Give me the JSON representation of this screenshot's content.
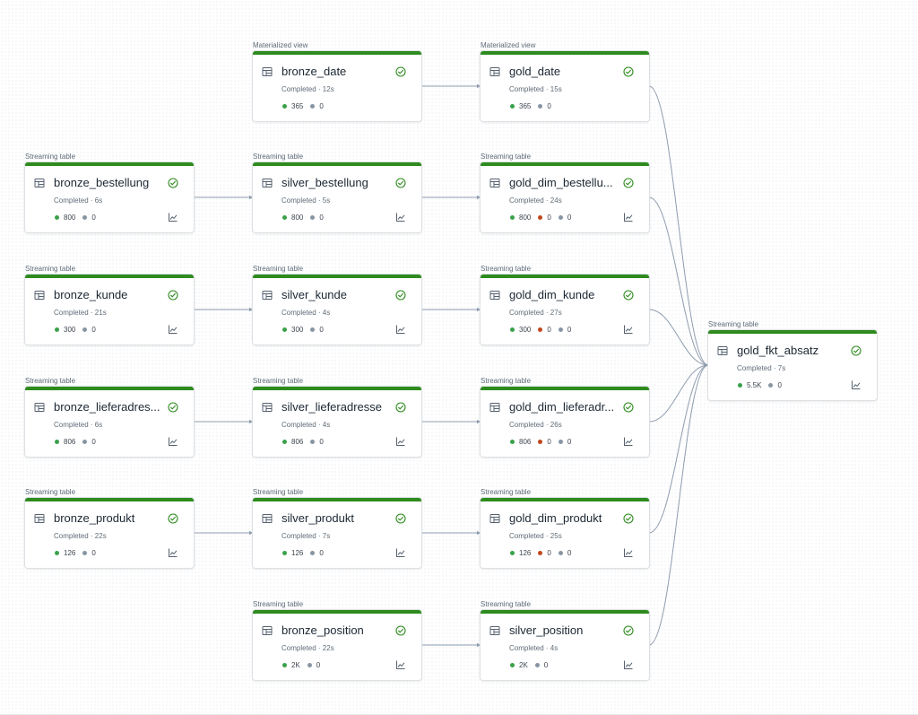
{
  "colors": {
    "accent": "#2e8b1e",
    "check": "#2e8b1e",
    "metric_ok": "#3aa14a",
    "metric_warn": "#c2471c",
    "metric_neutral": "#8795a3",
    "edge": "#8e9cad"
  },
  "icons": {
    "table": "table-icon",
    "status": "check-circle-icon",
    "metrics": "line-chart-icon"
  },
  "nodes": [
    {
      "id": "bronze_date",
      "type_label": "Materialized view",
      "name": "bronze_date",
      "status": "Completed · 12s",
      "metrics": [
        {
          "value": "365",
          "color": "green"
        },
        {
          "value": "0",
          "color": "gray"
        }
      ],
      "chart": false
    },
    {
      "id": "gold_date",
      "type_label": "Materialized view",
      "name": "gold_date",
      "status": "Completed · 15s",
      "metrics": [
        {
          "value": "365",
          "color": "green"
        },
        {
          "value": "0",
          "color": "gray"
        }
      ],
      "chart": false
    },
    {
      "id": "bronze_bestellung",
      "type_label": "Streaming table",
      "name": "bronze_bestellung",
      "status": "Completed · 6s",
      "metrics": [
        {
          "value": "800",
          "color": "green"
        },
        {
          "value": "0",
          "color": "gray"
        }
      ],
      "chart": true
    },
    {
      "id": "silver_bestellung",
      "type_label": "Streaming table",
      "name": "silver_bestellung",
      "status": "Completed · 5s",
      "metrics": [
        {
          "value": "800",
          "color": "green"
        },
        {
          "value": "0",
          "color": "gray"
        }
      ],
      "chart": true
    },
    {
      "id": "gold_dim_bestellung",
      "type_label": "Streaming table",
      "name": "gold_dim_bestellu...",
      "status": "Completed · 24s",
      "metrics": [
        {
          "value": "800",
          "color": "green"
        },
        {
          "value": "0",
          "color": "red"
        },
        {
          "value": "0",
          "color": "gray"
        }
      ],
      "chart": true
    },
    {
      "id": "bronze_kunde",
      "type_label": "Streaming table",
      "name": "bronze_kunde",
      "status": "Completed · 21s",
      "metrics": [
        {
          "value": "300",
          "color": "green"
        },
        {
          "value": "0",
          "color": "gray"
        }
      ],
      "chart": true
    },
    {
      "id": "silver_kunde",
      "type_label": "Streaming table",
      "name": "silver_kunde",
      "status": "Completed · 4s",
      "metrics": [
        {
          "value": "300",
          "color": "green"
        },
        {
          "value": "0",
          "color": "gray"
        }
      ],
      "chart": true
    },
    {
      "id": "gold_dim_kunde",
      "type_label": "Streaming table",
      "name": "gold_dim_kunde",
      "status": "Completed · 27s",
      "metrics": [
        {
          "value": "300",
          "color": "green"
        },
        {
          "value": "0",
          "color": "red"
        },
        {
          "value": "0",
          "color": "gray"
        }
      ],
      "chart": true
    },
    {
      "id": "bronze_lieferadresse",
      "type_label": "Streaming table",
      "name": "bronze_lieferadres...",
      "status": "Completed · 6s",
      "metrics": [
        {
          "value": "806",
          "color": "green"
        },
        {
          "value": "0",
          "color": "gray"
        }
      ],
      "chart": true
    },
    {
      "id": "silver_lieferadresse",
      "type_label": "Streaming table",
      "name": "silver_lieferadresse",
      "status": "Completed · 4s",
      "metrics": [
        {
          "value": "806",
          "color": "green"
        },
        {
          "value": "0",
          "color": "gray"
        }
      ],
      "chart": true
    },
    {
      "id": "gold_dim_lieferadresse",
      "type_label": "Streaming table",
      "name": "gold_dim_lieferadr...",
      "status": "Completed · 26s",
      "metrics": [
        {
          "value": "806",
          "color": "green"
        },
        {
          "value": "0",
          "color": "red"
        },
        {
          "value": "0",
          "color": "gray"
        }
      ],
      "chart": true
    },
    {
      "id": "bronze_produkt",
      "type_label": "Streaming table",
      "name": "bronze_produkt",
      "status": "Completed · 22s",
      "metrics": [
        {
          "value": "126",
          "color": "green"
        },
        {
          "value": "0",
          "color": "gray"
        }
      ],
      "chart": true
    },
    {
      "id": "silver_produkt",
      "type_label": "Streaming table",
      "name": "silver_produkt",
      "status": "Completed · 7s",
      "metrics": [
        {
          "value": "126",
          "color": "green"
        },
        {
          "value": "0",
          "color": "gray"
        }
      ],
      "chart": true
    },
    {
      "id": "gold_dim_produkt",
      "type_label": "Streaming table",
      "name": "gold_dim_produkt",
      "status": "Completed · 25s",
      "metrics": [
        {
          "value": "126",
          "color": "green"
        },
        {
          "value": "0",
          "color": "red"
        },
        {
          "value": "0",
          "color": "gray"
        }
      ],
      "chart": true
    },
    {
      "id": "bronze_position",
      "type_label": "Streaming table",
      "name": "bronze_position",
      "status": "Completed · 22s",
      "metrics": [
        {
          "value": "2K",
          "color": "green"
        },
        {
          "value": "0",
          "color": "gray"
        }
      ],
      "chart": true
    },
    {
      "id": "silver_position",
      "type_label": "Streaming table",
      "name": "silver_position",
      "status": "Completed · 4s",
      "metrics": [
        {
          "value": "2K",
          "color": "green"
        },
        {
          "value": "0",
          "color": "gray"
        }
      ],
      "chart": true
    },
    {
      "id": "gold_fkt_absatz",
      "type_label": "Streaming table",
      "name": "gold_fkt_absatz",
      "status": "Completed · 7s",
      "metrics": [
        {
          "value": "5.5K",
          "color": "green"
        },
        {
          "value": "0",
          "color": "gray"
        }
      ],
      "chart": true
    }
  ],
  "edges": [
    [
      "bronze_date",
      "gold_date"
    ],
    [
      "bronze_bestellung",
      "silver_bestellung"
    ],
    [
      "silver_bestellung",
      "gold_dim_bestellung"
    ],
    [
      "bronze_kunde",
      "silver_kunde"
    ],
    [
      "silver_kunde",
      "gold_dim_kunde"
    ],
    [
      "bronze_lieferadresse",
      "silver_lieferadresse"
    ],
    [
      "silver_lieferadresse",
      "gold_dim_lieferadresse"
    ],
    [
      "bronze_produkt",
      "silver_produkt"
    ],
    [
      "silver_produkt",
      "gold_dim_produkt"
    ],
    [
      "bronze_position",
      "silver_position"
    ],
    [
      "gold_date",
      "gold_fkt_absatz"
    ],
    [
      "gold_dim_bestellung",
      "gold_fkt_absatz"
    ],
    [
      "gold_dim_kunde",
      "gold_fkt_absatz"
    ],
    [
      "gold_dim_lieferadresse",
      "gold_fkt_absatz"
    ],
    [
      "gold_dim_produkt",
      "gold_fkt_absatz"
    ],
    [
      "silver_position",
      "gold_fkt_absatz"
    ]
  ]
}
